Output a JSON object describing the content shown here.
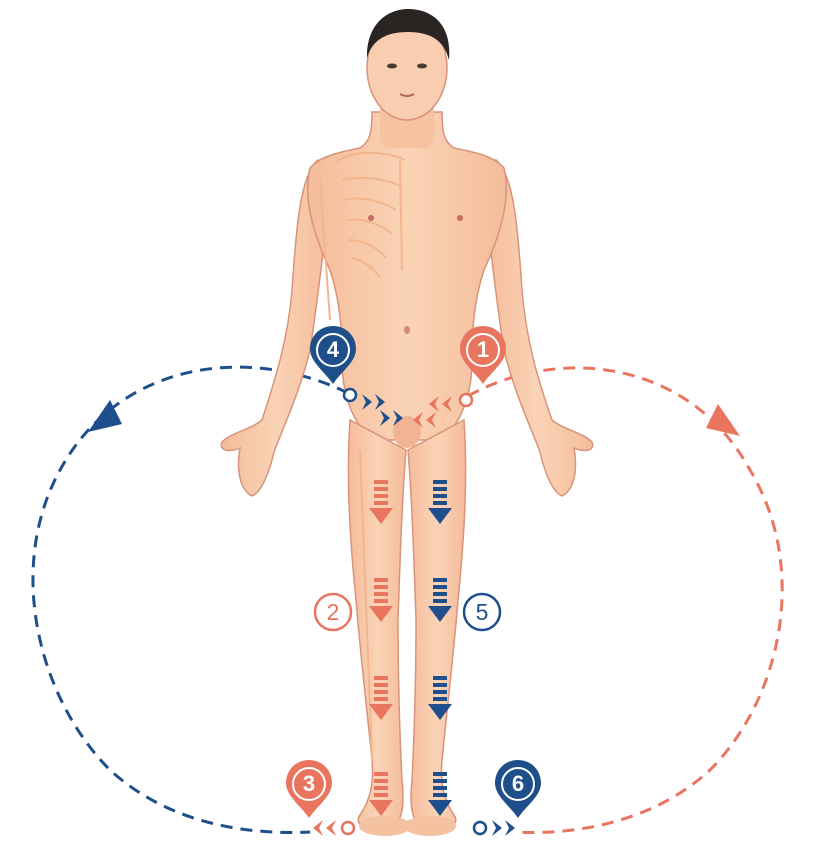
{
  "colors": {
    "blue": "#1f4f8a",
    "red": "#e9755f",
    "skin": "#f7c8a8",
    "skin_shadow": "#e8a684",
    "outline": "#d9937a",
    "hair": "#2a2522",
    "skeleton": "#f2b68e"
  },
  "markers": [
    {
      "id": "m1",
      "label": "1",
      "style": "pin",
      "color": "red"
    },
    {
      "id": "m2",
      "label": "2",
      "style": "circle",
      "color": "red"
    },
    {
      "id": "m3",
      "label": "3",
      "style": "pin",
      "color": "red"
    },
    {
      "id": "m4",
      "label": "4",
      "style": "pin",
      "color": "blue"
    },
    {
      "id": "m5",
      "label": "5",
      "style": "circle",
      "color": "blue"
    },
    {
      "id": "m6",
      "label": "6",
      "style": "pin",
      "color": "blue"
    }
  ],
  "flows": [
    {
      "id": "left-loop",
      "color": "blue",
      "pattern": "dashed"
    },
    {
      "id": "right-loop",
      "color": "red",
      "pattern": "dashed"
    },
    {
      "id": "left-leg-flow",
      "color": "red",
      "direction": "down"
    },
    {
      "id": "right-leg-flow",
      "color": "blue",
      "direction": "down"
    }
  ],
  "icons": {
    "figure": "human-body-front-icon",
    "arrow_down": "striped-down-arrow-icon",
    "chevron": "double-chevron-icon"
  }
}
